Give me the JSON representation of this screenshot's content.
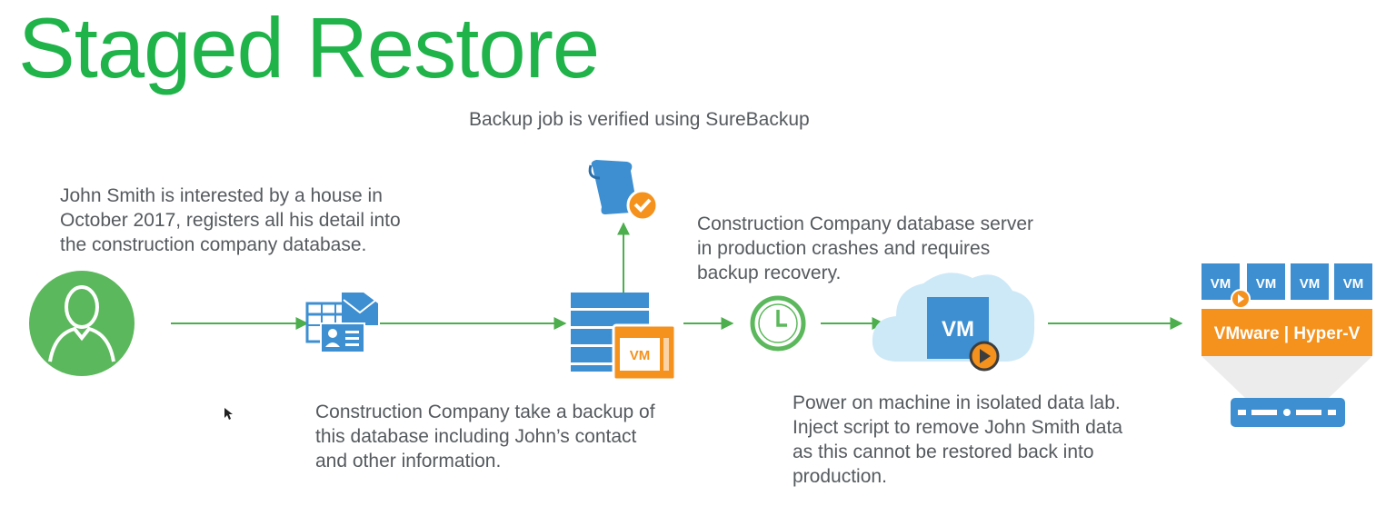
{
  "title": "Staged Restore",
  "captions": {
    "surebackup": [
      "Backup job is verified using SureBackup"
    ],
    "john": [
      "John Smith is interested by a house in",
      "October 2017, registers all his detail into",
      "the construction company  database."
    ],
    "crash": [
      "Construction Company database server",
      "in production crashes and requires",
      "backup recovery."
    ],
    "backup": [
      "Construction Company take a backup of",
      "this database including John’s contact",
      "and other information."
    ],
    "power": [
      "Power on machine in isolated data lab.",
      "Inject script to remove John Smith data",
      "as this cannot be restored back into",
      "production."
    ]
  },
  "icons": {
    "person": "user-avatar-icon",
    "contact": "contact-card-icon",
    "scroll": "verification-scroll-icon",
    "database": "backup-server-icon",
    "clock": "clock-icon",
    "cloud": "cloud-vm-icon",
    "hypervisor": "hypervisor-host-icon"
  },
  "labels": {
    "vm_small": "VM",
    "vm_cloud": "VM",
    "vm_grid": [
      "VM",
      "VM",
      "VM",
      "VM"
    ],
    "hypervisor": "VMware | Hyper-V"
  },
  "colors": {
    "title": "#1fb34a",
    "arrow": "#4cae4c",
    "icon_green": "#5cb85c",
    "icon_blue": "#3d8fd1",
    "orange": "#f5921e",
    "cloud": "#cde9f7"
  }
}
